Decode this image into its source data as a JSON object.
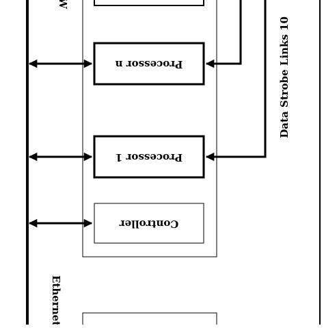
{
  "diagram": {
    "processor_n_label": "Processor n",
    "processor_1_label": "Processor 1",
    "controller_label": "Controller",
    "ethernet_label": "Ethernet",
    "links_label": "Data Strobe Links 10",
    "partial_label": "W"
  },
  "colors": {
    "line": "#000000",
    "background": "#ffffff"
  }
}
